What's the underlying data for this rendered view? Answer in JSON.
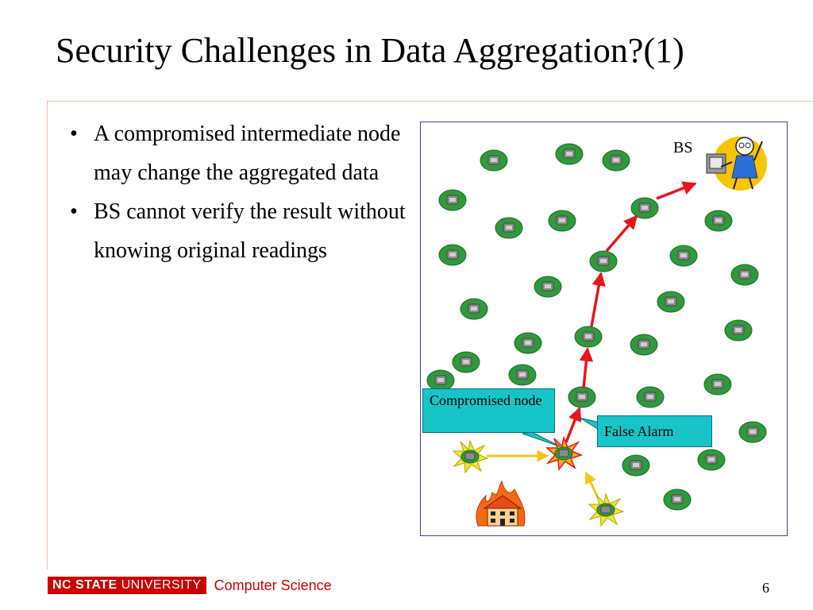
{
  "slide": {
    "title": "Security Challenges in Data Aggregation?(1)",
    "bullets": [
      "A compromised intermediate node may change the aggregated data",
      "BS cannot verify the result without knowing original readings"
    ],
    "page_number": "6"
  },
  "diagram": {
    "bs_label": "BS",
    "callouts": {
      "compromised": "Compromised node",
      "false_alarm": "False Alarm"
    },
    "colors": {
      "sensor": "#2e9a3c",
      "route_arrow": "#e8151b",
      "event_arrow": "#f5c518",
      "callout_fill": "#17c4c8",
      "panel_border": "#39459a"
    }
  },
  "footer": {
    "logo_bold": "NC STATE",
    "logo_regular": "UNIVERSITY",
    "department": "Computer Science"
  }
}
